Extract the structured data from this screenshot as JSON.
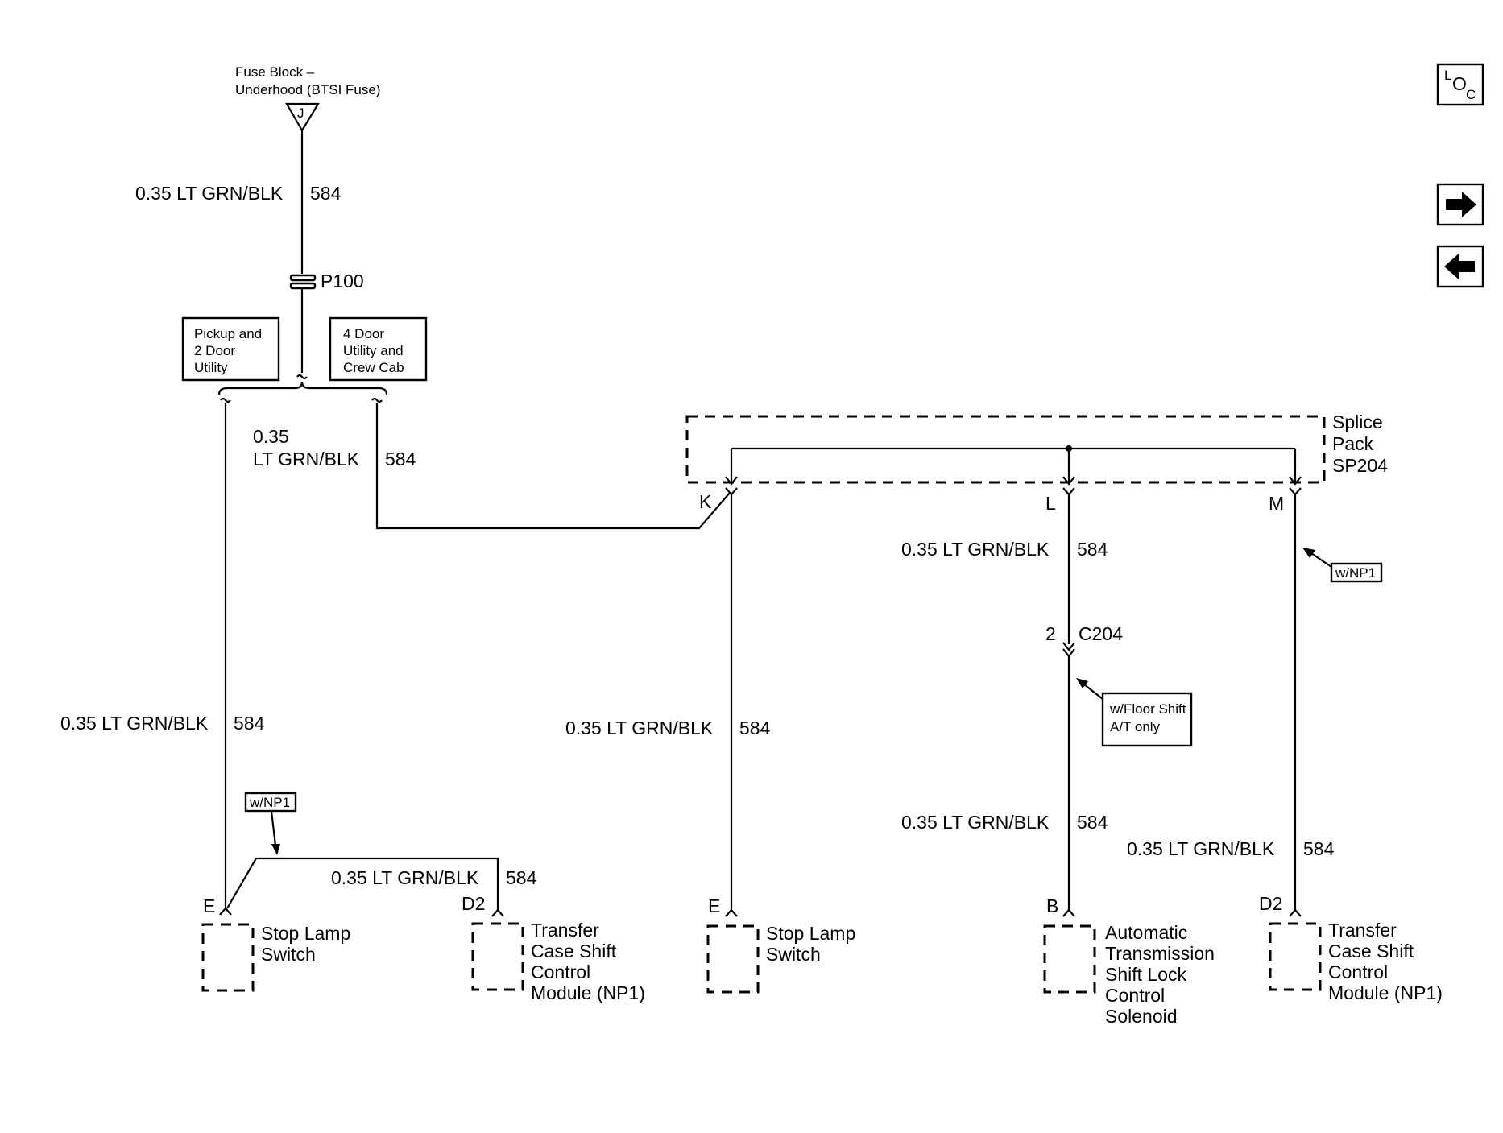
{
  "source": {
    "name_line1": "Fuse Block –",
    "name_line2": "Underhood (BTSI Fuse)",
    "terminal": "J"
  },
  "wire_label_main": "0.35 LT GRN/BLK",
  "wire_label_split_line1": "0.35",
  "wire_label_split_line2": "LT GRN/BLK",
  "circuit_number": "584",
  "splice_p100": "P100",
  "option_boxes": {
    "pickup": [
      "Pickup and",
      "2 Door",
      "Utility"
    ],
    "four_door": [
      "4 Door",
      "Utility and",
      "Crew Cab"
    ]
  },
  "splice_pack": {
    "line1": "Splice",
    "line2": "Pack",
    "line3": "SP204",
    "pins": [
      "K",
      "L",
      "M"
    ]
  },
  "connector_c204": {
    "pin": "2",
    "name": "C204"
  },
  "notes": {
    "np1": "w/NP1",
    "floor_shift_line1": "w/Floor Shift",
    "floor_shift_line2": "A/T only"
  },
  "components": {
    "stop_lamp_1": {
      "pin": "E",
      "lines": [
        "Stop Lamp",
        "Switch"
      ]
    },
    "transfer_case_1": {
      "pin": "D2",
      "lines": [
        "Transfer",
        "Case Shift",
        "Control",
        "Module (NP1)"
      ]
    },
    "stop_lamp_2": {
      "pin": "E",
      "lines": [
        "Stop Lamp",
        "Switch"
      ]
    },
    "shift_lock": {
      "pin": "B",
      "lines": [
        "Automatic",
        "Transmission",
        "Shift Lock",
        "Control",
        "Solenoid"
      ]
    },
    "transfer_case_2": {
      "pin": "D2",
      "lines": [
        "Transfer",
        "Case Shift",
        "Control",
        "Module (NP1)"
      ]
    }
  },
  "nav": {
    "loc_l": "L",
    "loc_o": "O",
    "loc_c": "C",
    "forward_icon": "arrow-right-icon",
    "back_icon": "arrow-left-icon"
  }
}
